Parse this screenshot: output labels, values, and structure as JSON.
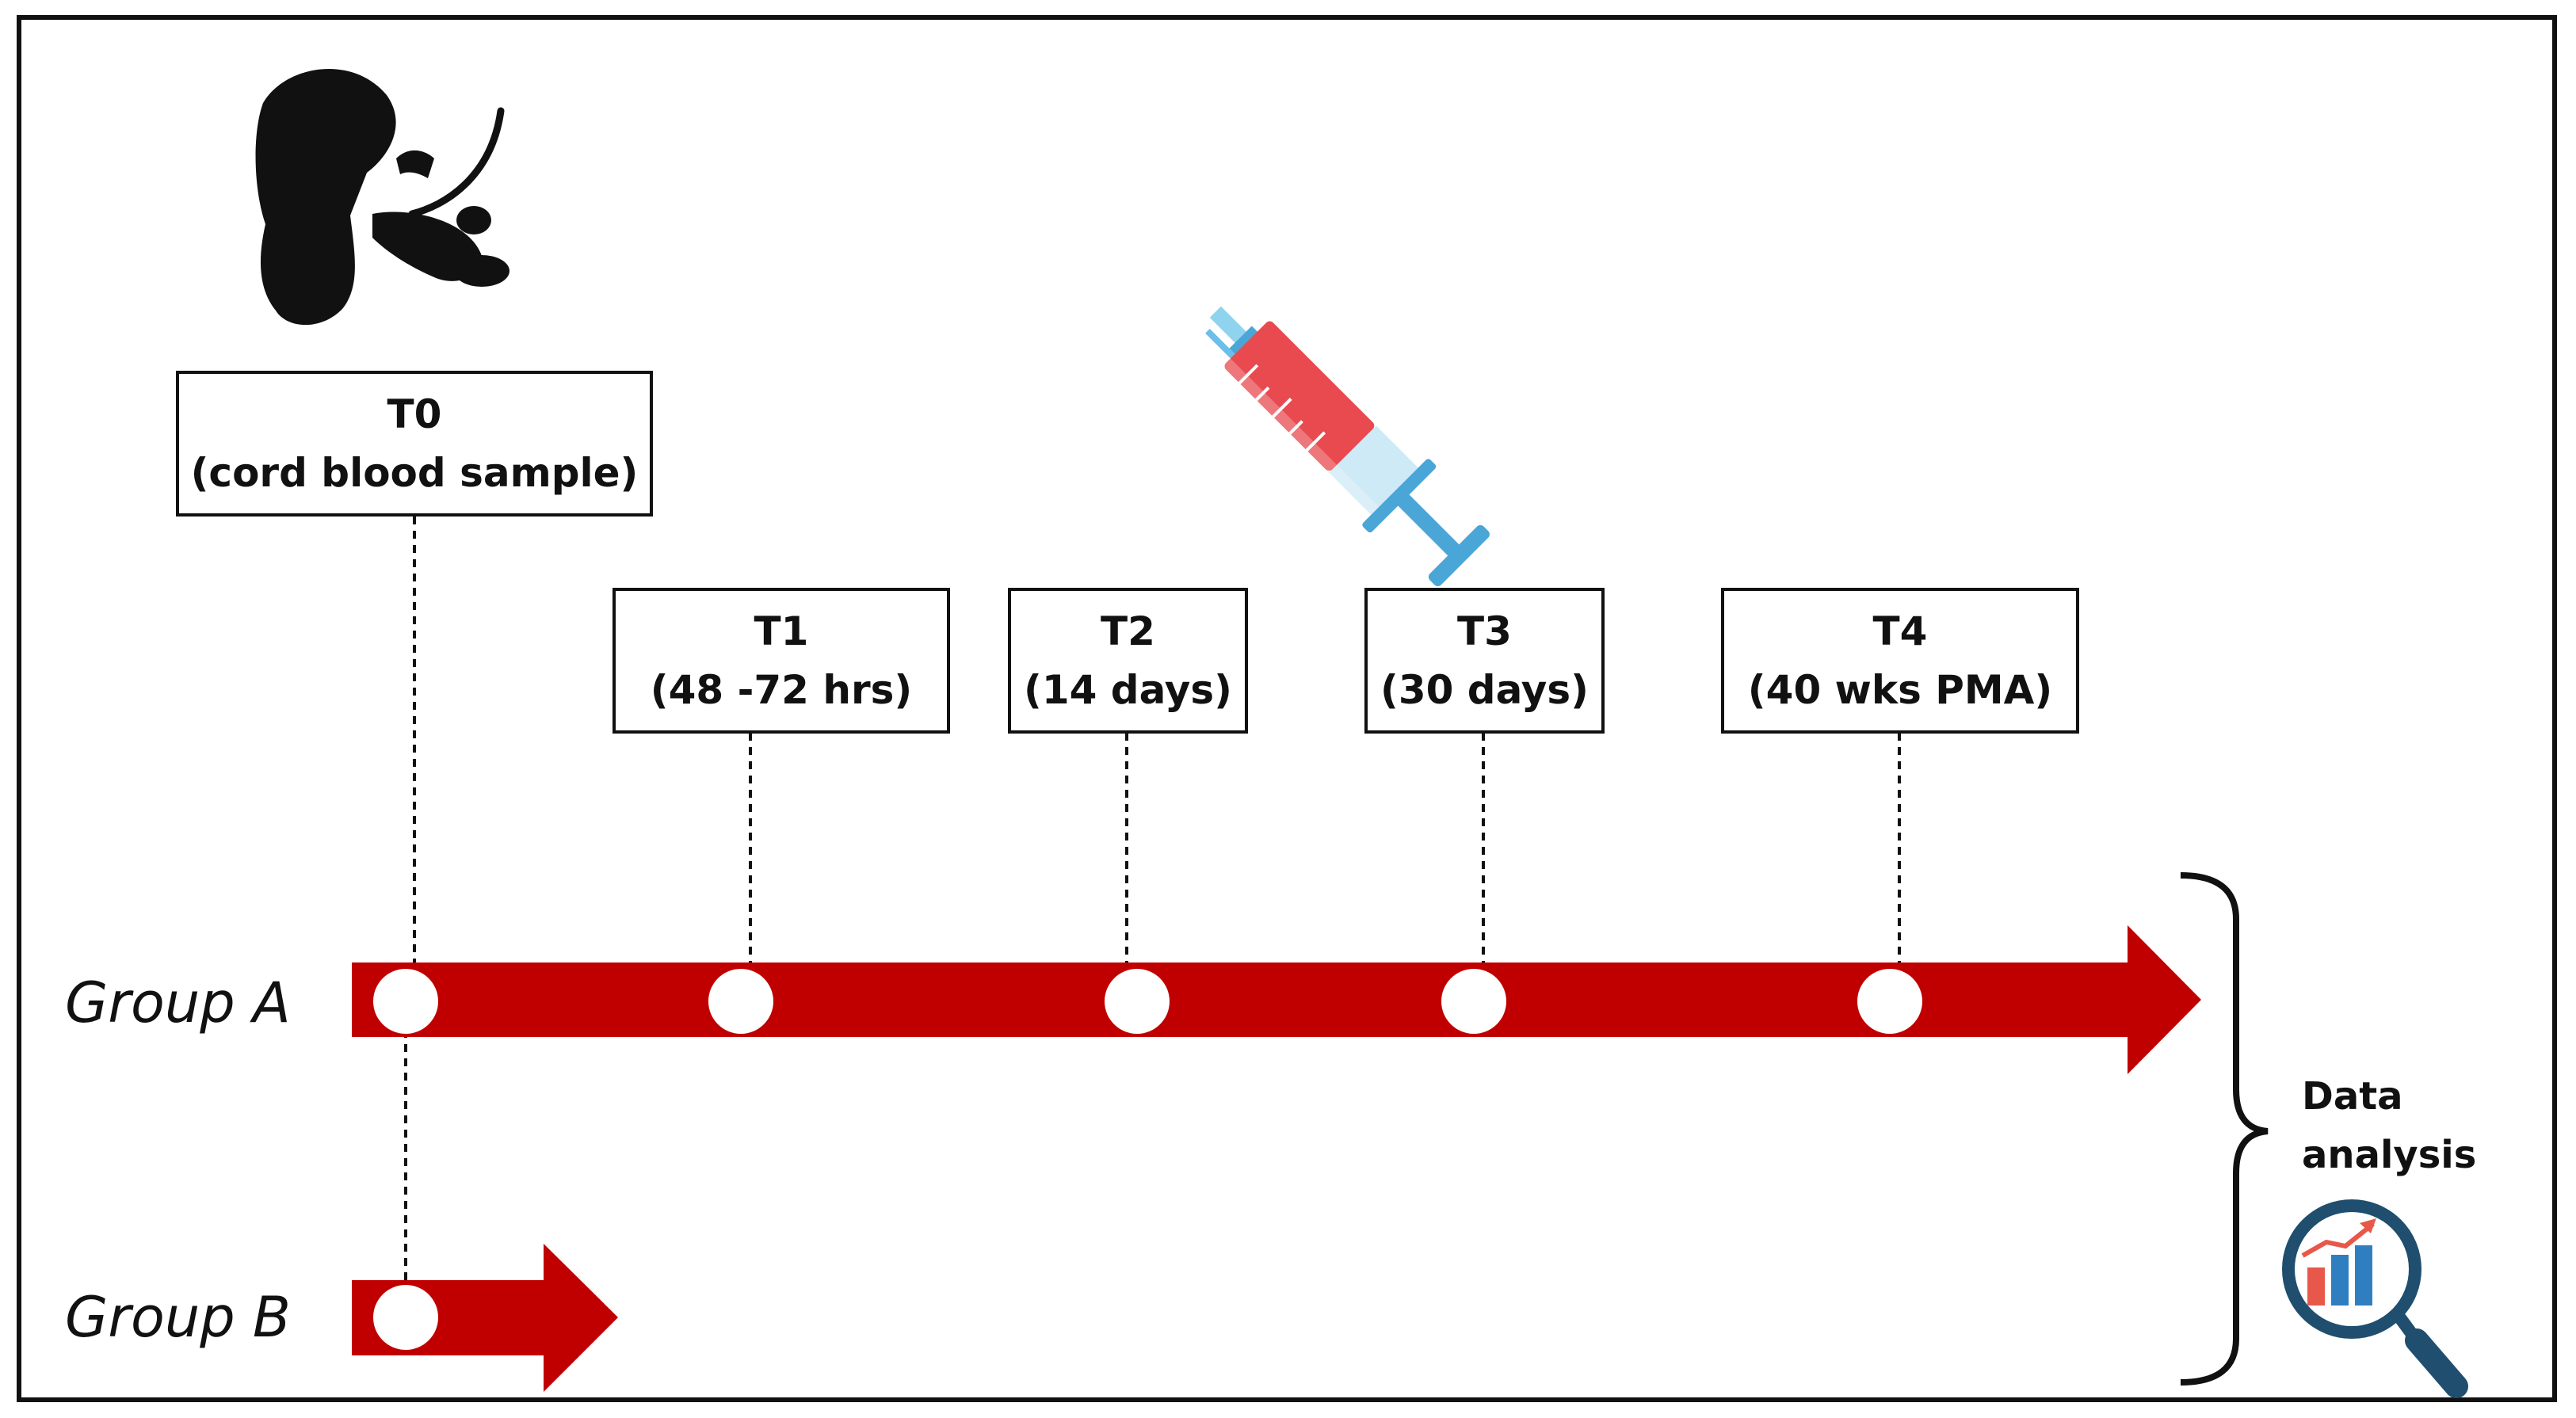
{
  "timepoints": [
    {
      "label": "T0",
      "detail": "(cord blood sample)"
    },
    {
      "label": "T1",
      "detail": "(48 -72 hrs)"
    },
    {
      "label": "T2",
      "detail": "(14 days)"
    },
    {
      "label": "T3",
      "detail": "(30 days)"
    },
    {
      "label": "T4",
      "detail": "(40 wks PMA)"
    }
  ],
  "groups": {
    "a": "Group A",
    "b": "Group B"
  },
  "analysis": {
    "line1": "Data",
    "line2": "analysis"
  },
  "colors": {
    "arrow": "#c00000",
    "border": "#111111",
    "syringe_fluid": "#e84a4f",
    "syringe_body": "#8fd3ef",
    "syringe_plunger": "#4aa6d6",
    "magnifier_ring": "#1f4e6e",
    "bar_blue": "#2f7fc0",
    "bar_red": "#e8584a"
  },
  "icons": [
    "fetus-icon",
    "syringe-icon",
    "data-analysis-magnifier-icon"
  ]
}
